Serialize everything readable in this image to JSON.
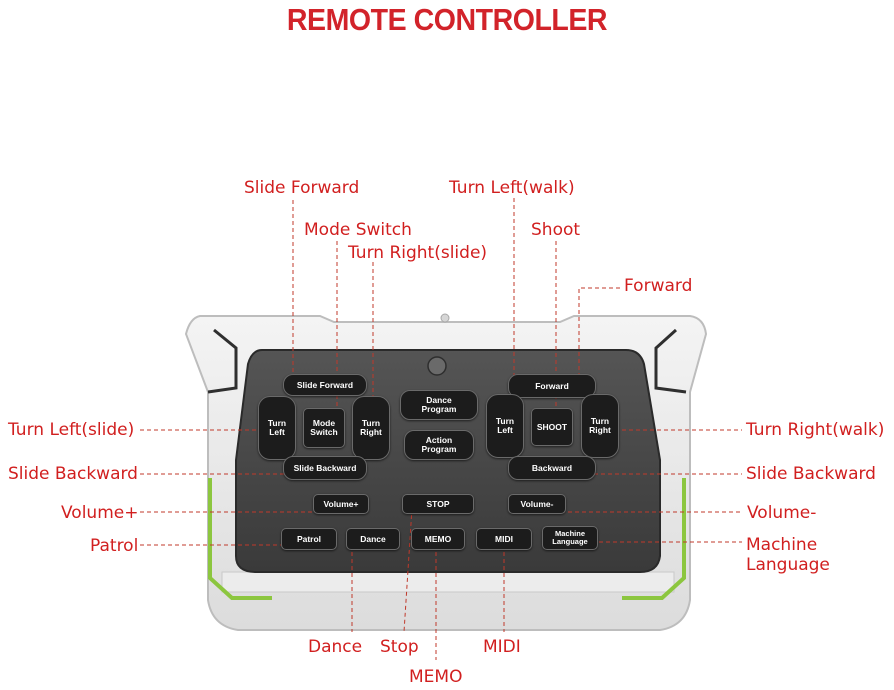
{
  "title": "REMOTE CONTROLLER",
  "device_buttons": {
    "slide_forward": "Slide Forward",
    "turn_left": "Turn Left",
    "mode_switch": "Mode Switch",
    "turn_right": "Turn Right",
    "slide_backward": "Slide Backward",
    "dance_program": "Dance Program",
    "action_program": "Action Program",
    "forward": "Forward",
    "shoot": "SHOOT",
    "turn_left_r": "Turn Left",
    "turn_right_r": "Turn Right",
    "backward": "Backward",
    "volume_plus": "Volume+",
    "stop": "STOP",
    "volume_minus": "Volume-",
    "patrol": "Patrol",
    "dance": "Dance",
    "memo": "MEMO",
    "midi": "MIDI",
    "machine_language": "Machine Language"
  },
  "callouts": {
    "slide_forward": "Slide Forward",
    "mode_switch": "Mode Switch",
    "turn_right_slide": "Turn Right(slide)",
    "turn_left_walk": "Turn Left(walk)",
    "shoot": "Shoot",
    "forward": "Forward",
    "turn_left_slide": "Turn Left(slide)",
    "slide_backward_left": "Slide Backward",
    "volume_plus": "Volume+",
    "patrol": "Patrol",
    "turn_right_walk": "Turn Right(walk)",
    "slide_backward_right": "Slide Backward",
    "volume_minus": "Volume-",
    "machine_language_1": "Machine",
    "machine_language_2": "Language",
    "dance": "Dance",
    "stop": "Stop",
    "memo": "MEMO",
    "midi": "MIDI"
  },
  "colors": {
    "title": "#d2232a",
    "callout": "#d11f1f",
    "leader": "#c0392b",
    "shell": "#e9e9e9",
    "panel": "#4b4b4b",
    "button": "#1c1c1c",
    "accent_green": "#8cc63f"
  }
}
